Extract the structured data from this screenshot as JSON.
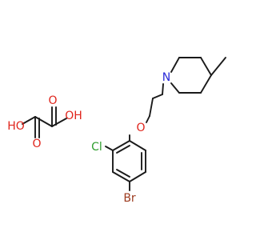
{
  "colors": {
    "bond": "#1a1a1a",
    "nitrogen": "#2a2ad8",
    "oxygen": "#e0241b",
    "chlorine": "#2e9e2e",
    "bromine": "#9c3a1e",
    "carbon": "#1a1a1a"
  },
  "atoms": {
    "ring_nitrogen": "N",
    "ether_oxygen": "O",
    "chlorine": "Cl",
    "bromine": "Br",
    "acid_carbonyl_oxygen_1": "O",
    "acid_carbonyl_oxygen_2": "O",
    "acid_hydroxyl_1": "HO",
    "acid_hydroxyl_2": "OH"
  }
}
